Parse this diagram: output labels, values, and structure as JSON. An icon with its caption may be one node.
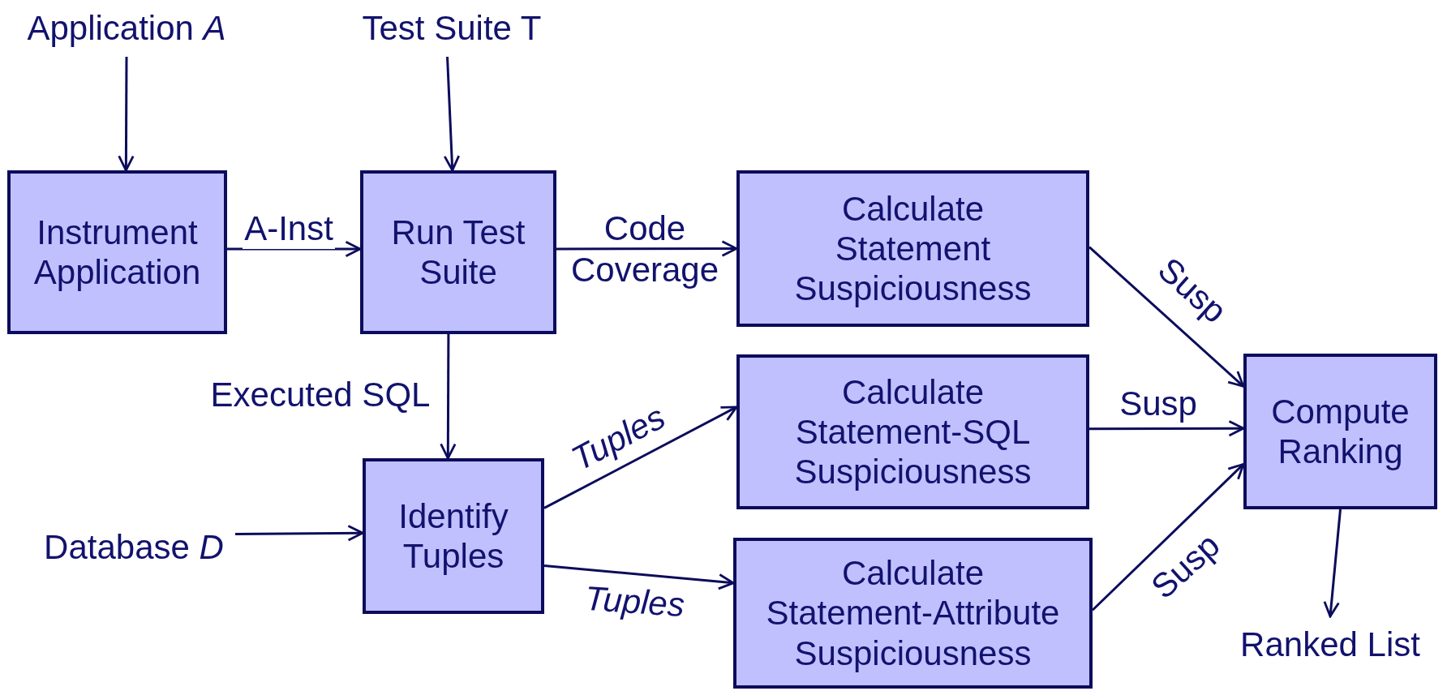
{
  "diagram": {
    "nodes": [
      {
        "text": [
          "Application *A*"
        ]
      },
      {
        "text": [
          "Test Suite T"
        ]
      },
      {
        "text": [
          "Instrument Application"
        ]
      },
      {
        "text": [
          "Run Test Suite"
        ]
      },
      {
        "text": [
          "Calculate Statement Suspiciousness"
        ]
      },
      {
        "text": [
          "Calculate Statement-SQL Suspiciousness"
        ]
      },
      {
        "text": [
          "Database *D*"
        ]
      },
      {
        "text": [
          "Identify Tuples"
        ]
      },
      {
        "text": [
          "Calculate Statement-Attribute Suspiciousness"
        ]
      },
      {
        "text": [
          "Compute Ranking"
        ]
      },
      {
        "text": [
          "Ranked List"
        ]
      }
    ],
    "edges": [
      {
        "from": 0,
        "to": 2,
        "arrow": "to"
      },
      {
        "from": 1,
        "to": 3,
        "arrow": "to"
      },
      {
        "from": 2,
        "to": 3,
        "arrow": "to",
        "label": "A-Inst"
      },
      {
        "from": 3,
        "to": 4,
        "arrow": "to",
        "label": "Code Coverage"
      },
      {
        "from": 3,
        "to": 7,
        "arrow": "to",
        "label": "Executed SQL"
      },
      {
        "from": 6,
        "to": 7,
        "arrow": "to"
      },
      {
        "from": 7,
        "to": 5,
        "arrow": "to",
        "label": "Tuples"
      },
      {
        "from": 7,
        "to": 8,
        "arrow": "to",
        "label": "Tuples"
      },
      {
        "from": 4,
        "to": 9,
        "arrow": "to",
        "label": "Susp"
      },
      {
        "from": 5,
        "to": 9,
        "arrow": "to",
        "label": "Susp"
      },
      {
        "from": 8,
        "to": 9,
        "arrow": "to",
        "label": "Susp"
      },
      {
        "from": 9,
        "to": 10,
        "arrow": "to"
      }
    ]
  }
}
